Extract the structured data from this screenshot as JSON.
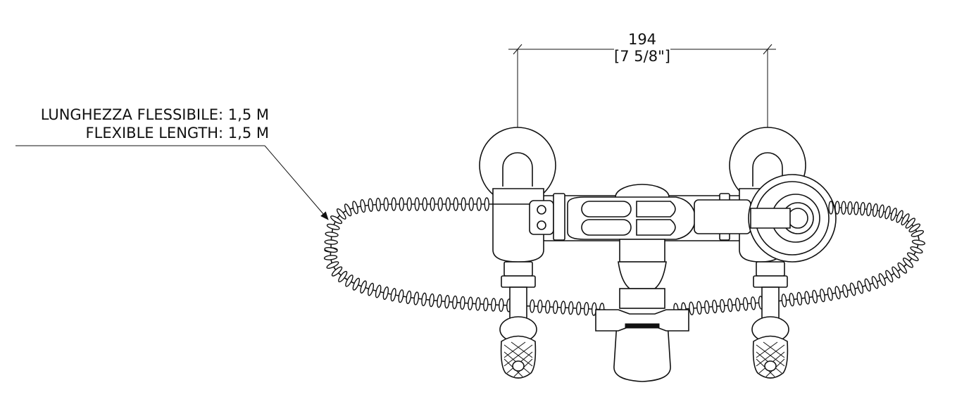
{
  "dimension": {
    "value_mm": "194",
    "value_in": "[7 5/8\"]"
  },
  "callout": {
    "line1": "LUNGHEZZA FLESSIBILE: 1,5 M",
    "line2": "FLEXIBLE LENGTH: 1,5 M"
  }
}
